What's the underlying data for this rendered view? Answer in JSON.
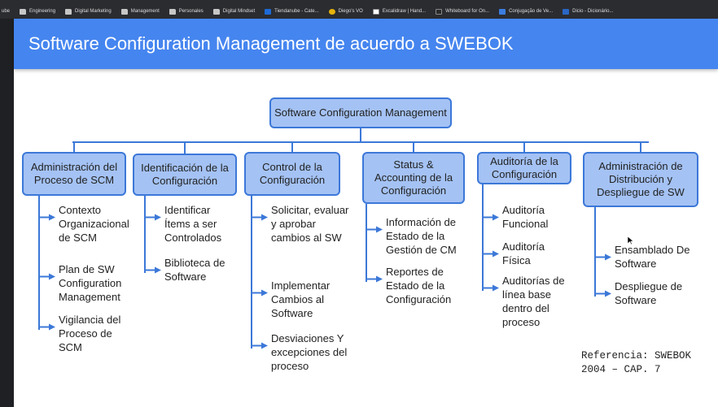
{
  "bookmarks": [
    {
      "label": "ube",
      "icon": "folder"
    },
    {
      "label": "Engineering",
      "icon": "folder"
    },
    {
      "label": "Digital Marketing",
      "icon": "folder"
    },
    {
      "label": "Management",
      "icon": "folder"
    },
    {
      "label": "Personales",
      "icon": "folder"
    },
    {
      "label": "Digital Mindset",
      "icon": "folder"
    },
    {
      "label": "Tiendanube - Cate...",
      "icon": "tiendanube"
    },
    {
      "label": "Diego's VO",
      "icon": "diego"
    },
    {
      "label": "Excalidraw | Hand...",
      "icon": "excalidraw"
    },
    {
      "label": "Whiteboard for On...",
      "icon": "whiteboard"
    },
    {
      "label": "Conjugação de Ve...",
      "icon": "conjugacao"
    },
    {
      "label": "Dicio - Dicionário...",
      "icon": "dicio"
    }
  ],
  "slide": {
    "title": "Software Configuration Management de acuerdo a SWEBOK",
    "root": "Software Configuration Management",
    "branches": [
      {
        "label": "Administración del Proceso de SCM",
        "items": [
          "Contexto Organizacional de SCM",
          "Plan de SW Configuration Management",
          "Vigilancia del Proceso de SCM"
        ]
      },
      {
        "label": "Identificación de la Configuración",
        "items": [
          "Identificar Ítems a ser Controlados",
          "Biblioteca de Software"
        ]
      },
      {
        "label": "Control de la Configuración",
        "items": [
          "Solicitar, evaluar y aprobar cambios al SW",
          "Implementar Cambios al Software",
          "Desviaciones Y excepciones del proceso"
        ]
      },
      {
        "label": "Status & Accounting de la Configuración",
        "items": [
          "Información de Estado de la Gestión de CM",
          "Reportes de Estado de la Configuración"
        ]
      },
      {
        "label": "Auditoría de la Configuración",
        "items": [
          "Auditoría Funcional",
          "Auditoría Física",
          "Auditorías de línea base dentro del proceso"
        ]
      },
      {
        "label": "Administración de Distribución y Despliegue de SW",
        "items": [
          "Ensamblado De Software",
          "Despliegue de Software"
        ]
      }
    ],
    "reference": "Referencia: SWEBOK 2004 – CAP. 7"
  },
  "colors": {
    "title_bar": "#4585ef",
    "box_fill": "#a4c2f4",
    "box_border": "#3c78d8",
    "connector": "#3c78d8"
  }
}
